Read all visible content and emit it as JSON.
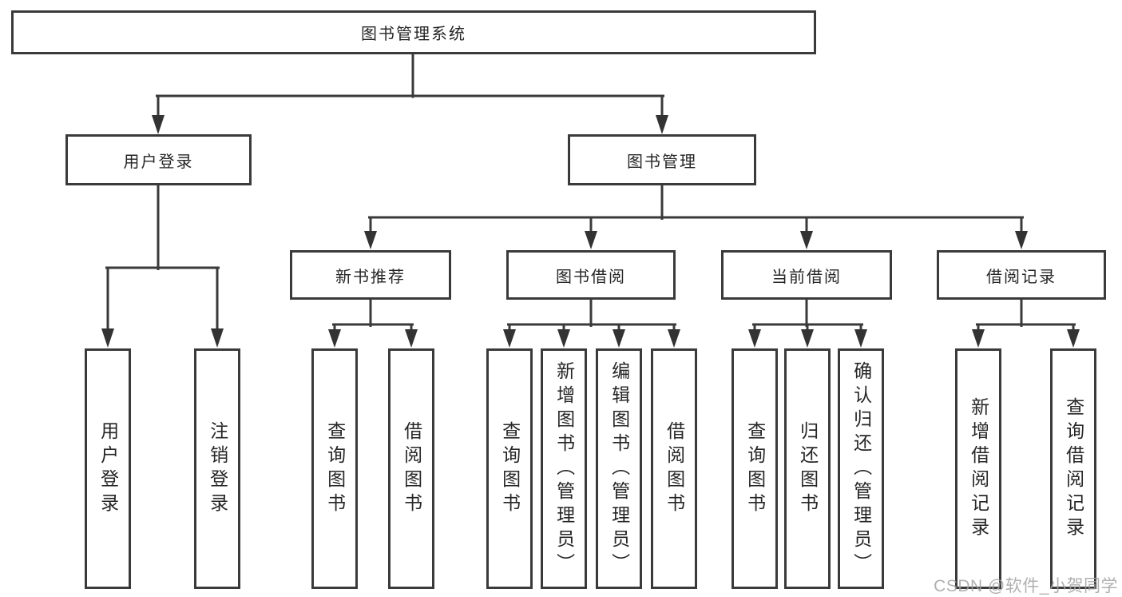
{
  "colors": {
    "line": "#3a3a3a",
    "arrow": "#333333",
    "text": "#262626",
    "background": "#ffffff",
    "watermark_text": "#a3a3a3"
  },
  "watermark": {
    "text": "CSDN @软件_小贺同学"
  },
  "tree": {
    "label": "图书管理系统",
    "children": [
      {
        "label": "用户登录",
        "children": [
          {
            "label": "用户登录"
          },
          {
            "label": "注销登录"
          }
        ]
      },
      {
        "label": "图书管理",
        "children": [
          {
            "label": "新书推荐",
            "children": [
              {
                "label": "查询图书"
              },
              {
                "label": "借阅图书"
              }
            ]
          },
          {
            "label": "图书借阅",
            "children": [
              {
                "label": "查询图书"
              },
              {
                "label": "新增图书（管理员）"
              },
              {
                "label": "编辑图书（管理员）"
              },
              {
                "label": "借阅图书"
              }
            ]
          },
          {
            "label": "当前借阅",
            "children": [
              {
                "label": "查询图书"
              },
              {
                "label": "归还图书"
              },
              {
                "label": "确认归还（管理员）"
              }
            ]
          },
          {
            "label": "借阅记录",
            "children": [
              {
                "label": "新增借阅记录"
              },
              {
                "label": "查询借阅记录"
              }
            ]
          }
        ]
      }
    ]
  }
}
